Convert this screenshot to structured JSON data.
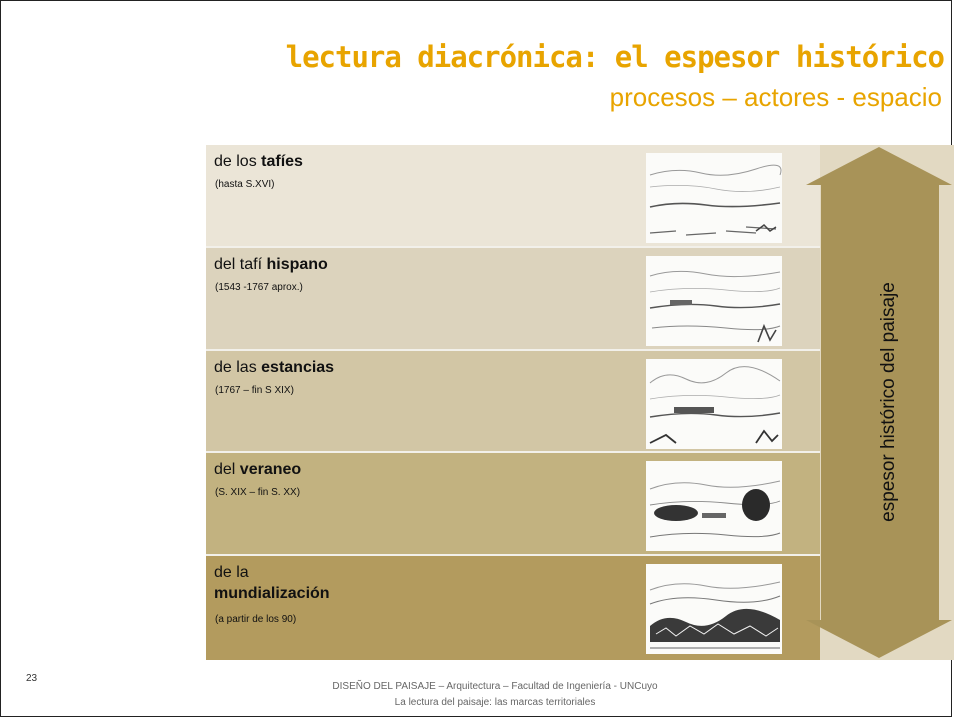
{
  "slide": {
    "title": "lectura diacrónica: el espesor histórico",
    "subtitle": "procesos – actores - espacio",
    "page_number": "23",
    "footer_line1": "DISEÑO DEL PAISAJE – Arquitectura – Facultad de Ingeniería - UNCuyo",
    "footer_line2": "La lectura del paisaje: las marcas territoriales",
    "side_label": "espesor histórico del paisaje"
  },
  "colors": {
    "title": "#e8a400",
    "row_1": "#ebe5d7",
    "row_2": "#dcd3bd",
    "row_3": "#d2c6a5",
    "row_4": "#c2b280",
    "row_5": "#b39b5e",
    "arrow": "#a89358",
    "side_panel": "#e2d9c2"
  },
  "rows": [
    {
      "prefix": "de los ",
      "bold": "tafíes",
      "extra": "",
      "date": "(hasta S.XVI)"
    },
    {
      "prefix": "del tafí ",
      "bold": "hispano",
      "extra": "",
      "date": "(1543 -1767 aprox.)"
    },
    {
      "prefix": "de las ",
      "bold": "estancias",
      "extra": "",
      "date": "(1767 – fin S XIX)"
    },
    {
      "prefix": "del ",
      "bold": "veraneo",
      "extra": "",
      "date": "(S. XIX – fin S. XX)"
    },
    {
      "prefix": "de la",
      "bold": "mundialización",
      "extra": "",
      "date": "(a partir de los 90)"
    }
  ]
}
